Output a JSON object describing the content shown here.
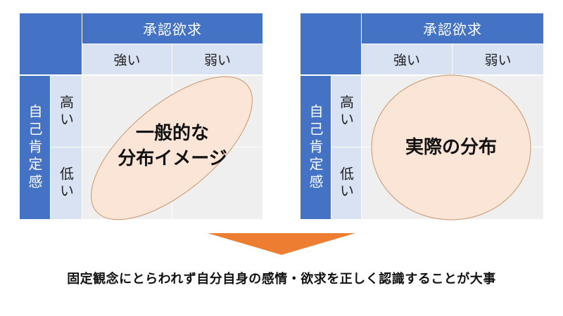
{
  "colors": {
    "header_dark": "#4472C4",
    "header_light": "#D9E2F3",
    "body": "#EFEFEF",
    "shape_fill": "#FBE5D6",
    "shape_stroke": "#C9956B",
    "arrow": "#ED7D31"
  },
  "left_matrix": {
    "column_header": "承認欲求",
    "columns": [
      "強い",
      "弱い"
    ],
    "row_header": "自己肯定感",
    "rows": [
      "高い",
      "低い"
    ],
    "shape": "ellipse",
    "label_lines": [
      "一般的な",
      "分布イメージ"
    ]
  },
  "right_matrix": {
    "column_header": "承認欲求",
    "columns": [
      "強い",
      "弱い"
    ],
    "row_header": "自己肯定感",
    "rows": [
      "高い",
      "低い"
    ],
    "shape": "circle",
    "label_lines": [
      "実際の分布"
    ]
  },
  "arrow": {
    "direction": "down",
    "icon": "down-triangle-arrow-icon"
  },
  "caption": "固定観念にとらわれず自分自身の感情・欲求を正しく認識することが大事"
}
